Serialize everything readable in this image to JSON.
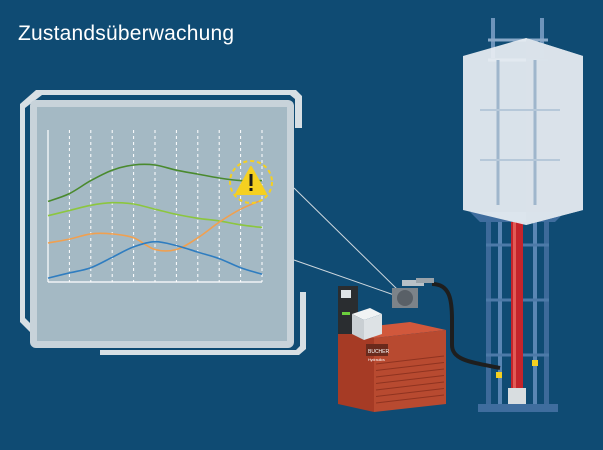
{
  "title": "Zustandsüberwachung",
  "colors": {
    "background": "#0f4b73",
    "panel": "#a4b9c4",
    "frame": "#d7dfe4",
    "series": [
      "#4a8a2e",
      "#8cc63f",
      "#f0a050",
      "#2f7dc0"
    ],
    "warning": "#f5d020",
    "cabinet": "#b3432b",
    "cylinder": "#c4242b"
  },
  "icons": {
    "warning": "warning-triangle-icon"
  },
  "device": {
    "brand_text": "BUCHER",
    "sub_text": "Hydraulics"
  },
  "chart_data": {
    "type": "line",
    "x": [
      0,
      1,
      2,
      3,
      4,
      5,
      6,
      7,
      8,
      9,
      10
    ],
    "ylim": [
      0,
      10
    ],
    "grid": true,
    "series": [
      {
        "values": [
          6.2,
          6.8,
          7.8,
          8.6,
          9.0,
          9.0,
          8.6,
          8.3,
          8.0,
          7.8,
          7.8
        ],
        "color": "#4a8a2e"
      },
      {
        "values": [
          5.1,
          5.5,
          5.9,
          6.1,
          6.0,
          5.6,
          5.2,
          4.9,
          4.7,
          4.4,
          4.2
        ],
        "color": "#8cc63f"
      },
      {
        "values": [
          3.0,
          3.3,
          3.7,
          3.7,
          3.4,
          2.5,
          2.5,
          3.4,
          4.6,
          5.6,
          6.3
        ],
        "color": "#f0a050"
      },
      {
        "values": [
          0.3,
          0.7,
          1.1,
          1.9,
          2.7,
          3.1,
          2.8,
          2.3,
          1.8,
          1.1,
          0.6
        ],
        "color": "#2f7dc0"
      }
    ]
  }
}
